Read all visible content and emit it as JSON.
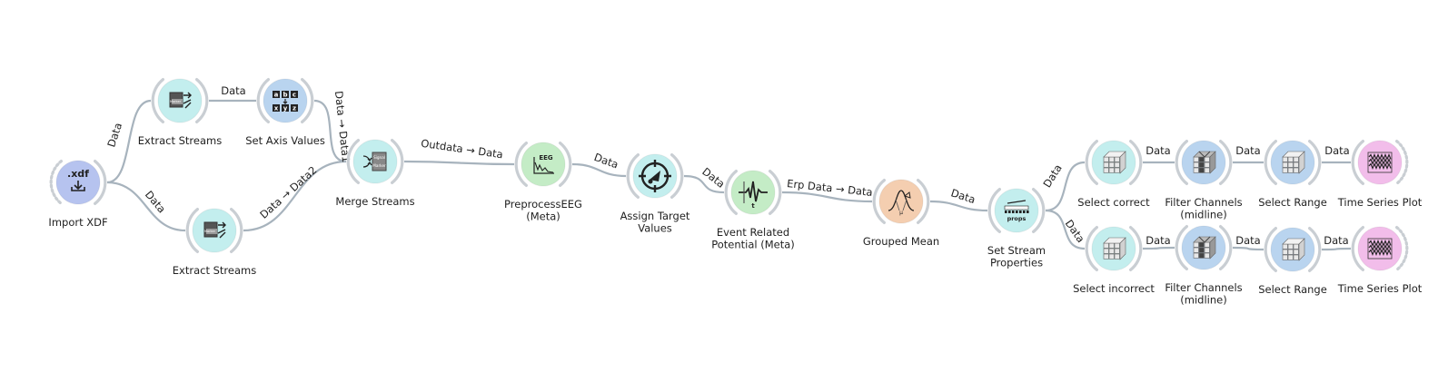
{
  "colors": {
    "link": "#a7b3bd",
    "bracket": "#c9ced3",
    "import": "#b6c3ef",
    "teal": "#c3eeee",
    "blue": "#b9d4ef",
    "green": "#c4ecc6",
    "orange": "#f4ceb0",
    "pink": "#f2bdea"
  },
  "nodes": [
    {
      "id": "import_xdf",
      "label": "Import XDF",
      "icon": "xdf-import-icon",
      "color": "import",
      "open": "right"
    },
    {
      "id": "extract_top",
      "label": "Extract Streams",
      "icon": "extract-streams-icon",
      "color": "teal",
      "open": "both"
    },
    {
      "id": "extract_bottom",
      "label": "Extract Streams",
      "icon": "extract-streams-icon",
      "color": "teal",
      "open": "both"
    },
    {
      "id": "set_axis",
      "label": "Set Axis Values",
      "icon": "axis-values-icon",
      "color": "blue",
      "open": "both"
    },
    {
      "id": "merge",
      "label": "Merge Streams",
      "icon": "merge-streams-icon",
      "color": "teal",
      "open": "both"
    },
    {
      "id": "preprocess",
      "label": "PreprocessEEG\n(Meta)",
      "icon": "eeg-icon",
      "color": "green",
      "open": "both"
    },
    {
      "id": "assign",
      "label": "Assign Target\nValues",
      "icon": "target-icon",
      "color": "teal",
      "open": "both"
    },
    {
      "id": "erp",
      "label": "Event Related\nPotential (Meta)",
      "icon": "erp-waveform-icon",
      "color": "green",
      "open": "both"
    },
    {
      "id": "grouped_mean",
      "label": "Grouped Mean",
      "icon": "gaussian-icon",
      "color": "orange",
      "open": "both"
    },
    {
      "id": "set_props",
      "label": "Set Stream\nProperties",
      "icon": "props-icon",
      "color": "teal",
      "open": "both"
    },
    {
      "id": "select_correct",
      "label": "Select correct",
      "icon": "cube-icon",
      "color": "teal",
      "open": "both"
    },
    {
      "id": "filter_top",
      "label": "Filter Channels\n(midline)",
      "icon": "cube-slice-icon",
      "color": "blue",
      "open": "both"
    },
    {
      "id": "range_top",
      "label": "Select Range",
      "icon": "cube-icon",
      "color": "blue",
      "open": "both"
    },
    {
      "id": "plot_top",
      "label": "Time Series Plot",
      "icon": "time-series-icon",
      "color": "pink",
      "open": "left"
    },
    {
      "id": "select_incorrect",
      "label": "Select incorrect",
      "icon": "cube-icon",
      "color": "teal",
      "open": "both"
    },
    {
      "id": "filter_bottom",
      "label": "Filter Channels\n(midline)",
      "icon": "cube-slice-icon",
      "color": "blue",
      "open": "both"
    },
    {
      "id": "range_bottom",
      "label": "Select Range",
      "icon": "cube-icon",
      "color": "blue",
      "open": "both"
    },
    {
      "id": "plot_bottom",
      "label": "Time Series Plot",
      "icon": "time-series-icon",
      "color": "pink",
      "open": "left"
    }
  ],
  "links": [
    {
      "id": "l1",
      "from": "import_xdf",
      "to": "extract_top",
      "label": "Data"
    },
    {
      "id": "l2",
      "from": "import_xdf",
      "to": "extract_bottom",
      "label": "Data"
    },
    {
      "id": "l3",
      "from": "extract_top",
      "to": "set_axis",
      "label": "Data"
    },
    {
      "id": "l4",
      "from": "set_axis",
      "to": "merge",
      "label": "Data → Data1"
    },
    {
      "id": "l5",
      "from": "extract_bottom",
      "to": "merge",
      "label": "Data → Data2"
    },
    {
      "id": "l6",
      "from": "merge",
      "to": "preprocess",
      "label": "Outdata → Data"
    },
    {
      "id": "l7",
      "from": "preprocess",
      "to": "assign",
      "label": "Data"
    },
    {
      "id": "l8",
      "from": "assign",
      "to": "erp",
      "label": "Data"
    },
    {
      "id": "l9",
      "from": "erp",
      "to": "grouped_mean",
      "label": "Erp Data → Data"
    },
    {
      "id": "l10",
      "from": "grouped_mean",
      "to": "set_props",
      "label": "Data"
    },
    {
      "id": "l11",
      "from": "set_props",
      "to": "select_correct",
      "label": "Data"
    },
    {
      "id": "l12",
      "from": "set_props",
      "to": "select_incorrect",
      "label": "Data"
    },
    {
      "id": "l13",
      "from": "select_correct",
      "to": "filter_top",
      "label": "Data"
    },
    {
      "id": "l14",
      "from": "filter_top",
      "to": "range_top",
      "label": "Data"
    },
    {
      "id": "l15",
      "from": "range_top",
      "to": "plot_top",
      "label": "Data"
    },
    {
      "id": "l16",
      "from": "select_incorrect",
      "to": "filter_bottom",
      "label": "Data"
    },
    {
      "id": "l17",
      "from": "filter_bottom",
      "to": "range_bottom",
      "label": "Data"
    },
    {
      "id": "l18",
      "from": "range_bottom",
      "to": "plot_bottom",
      "label": "Data"
    }
  ],
  "icon_text": {
    "xdf": ".xdf",
    "marker": "Marker",
    "signal": "Signal",
    "eeg": "EEG",
    "props": "props",
    "t": "t",
    "mu": "μ",
    "axis_letters": [
      "a",
      "b",
      "c",
      "x",
      "y",
      "z"
    ]
  }
}
